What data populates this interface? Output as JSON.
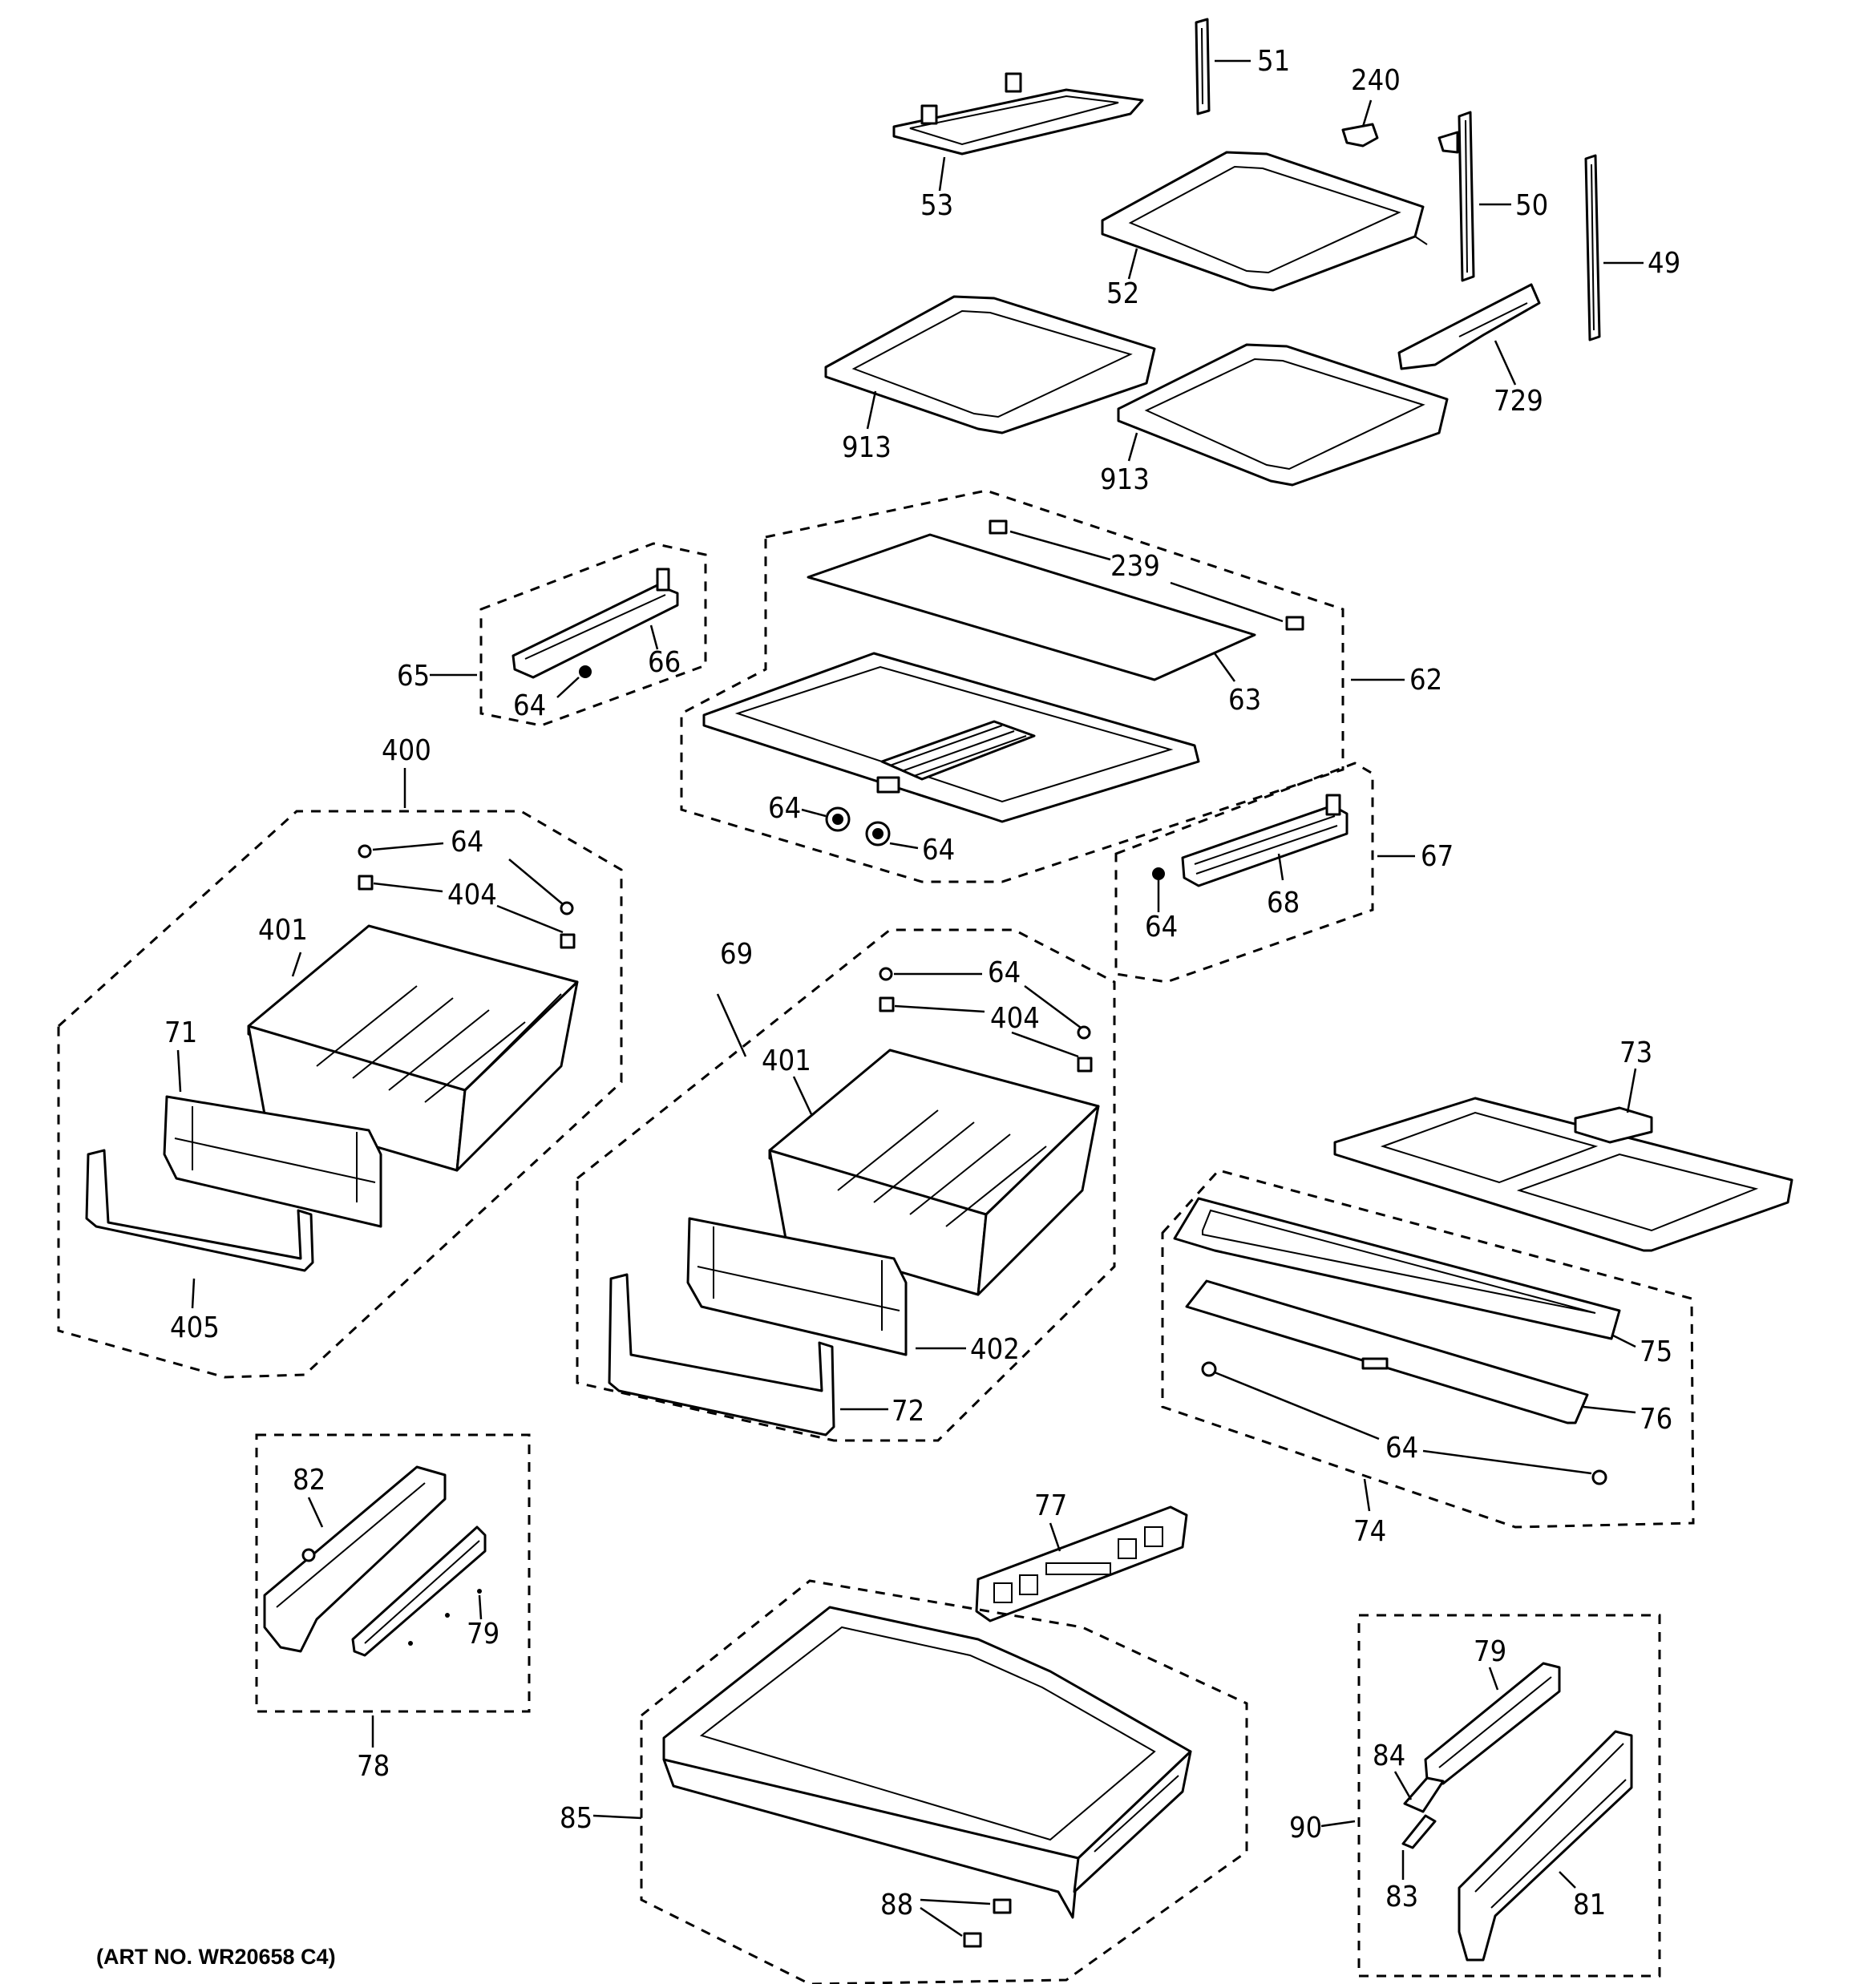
{
  "art_number": "(ART NO. WR20658 C4)",
  "labels": {
    "l51": "51",
    "l240": "240",
    "l53": "53",
    "l50": "50",
    "l49": "49",
    "l52": "52",
    "l729": "729",
    "l913a": "913",
    "l913b": "913",
    "l239": "239",
    "l65": "65",
    "l66": "66",
    "l64a": "64",
    "l63": "63",
    "l62": "62",
    "l400": "400",
    "l64b": "64",
    "l64c": "64",
    "l64d": "64",
    "l404a": "404",
    "l67": "67",
    "l68": "68",
    "l64e": "64",
    "l401a": "401",
    "l69": "69",
    "l64f": "64",
    "l404b": "404",
    "l71": "71",
    "l401b": "401",
    "l73": "73",
    "l405": "405",
    "l402": "402",
    "l75": "75",
    "l72": "72",
    "l76": "76",
    "l64g": "64",
    "l74": "74",
    "l82": "82",
    "l77": "77",
    "l79a": "79",
    "l78": "78",
    "l79b": "79",
    "l84": "84",
    "l85": "85",
    "l90": "90",
    "l83": "83",
    "l88": "88",
    "l81": "81"
  }
}
